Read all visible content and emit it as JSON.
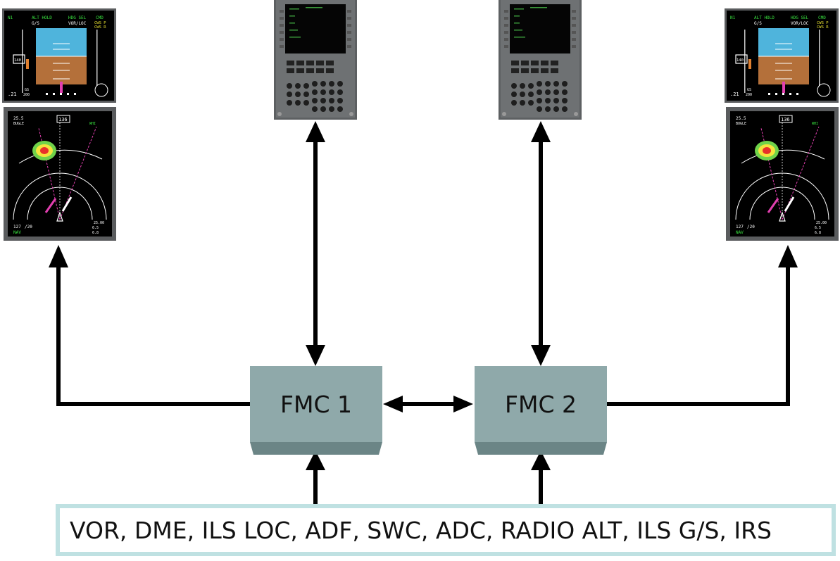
{
  "diagram": {
    "fmc_left": {
      "label": "FMC 1"
    },
    "fmc_right": {
      "label": "FMC 2"
    },
    "sensors": {
      "label": "VOR, DME, ILS LOC, ADF, SWC, ADC, RADIO ALT, ILS G/S, IRS"
    },
    "pfd": {
      "mode_alt": "ALT HOLD",
      "mode_gs": "G/S",
      "mode_hdg": "HDG SEL",
      "mode_vor": "VOR/LOC",
      "mode_cmd": "CMD",
      "mode_cws_p": "CWS P",
      "mode_cws_r": "CWS R",
      "n1": "N1",
      "speed_box": "140",
      "mach": ".21",
      "gs": "GS",
      "gs_val": "200"
    },
    "nd": {
      "speed": "25.5",
      "waypoint_left": "BUGLE",
      "heading": "136",
      "waypoint_right": "WHI",
      "mode": "NAV",
      "bearing": "127",
      "bearing_sub": "/20",
      "range_1": "25.00",
      "range_2": "6.5",
      "range_3": "6.8"
    },
    "colors": {
      "fmc_fill": "#8fa9aa",
      "fmc_shadow": "#6b8586",
      "sensor_border": "#bfe1e2",
      "sky": "#4fb4dc",
      "ground": "#b4703a",
      "mode_green": "#39e23f",
      "mode_yellow": "#e8e231",
      "magenta": "#e23fb0"
    }
  }
}
